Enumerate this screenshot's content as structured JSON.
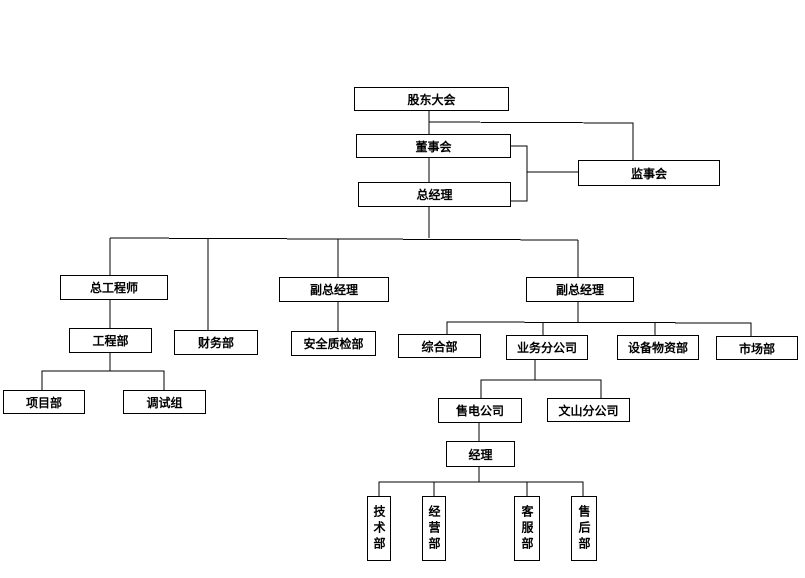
{
  "org_chart": {
    "shareholders_meeting": "股东大会",
    "board_of_directors": "董事会",
    "supervisory_board": "监事会",
    "general_manager": "总经理",
    "chief_engineer": "总工程师",
    "engineering_dept": "工程部",
    "project_dept": "项目部",
    "commissioning_team": "调试组",
    "finance_dept": "财务部",
    "deputy_gm_left": "副总经理",
    "safety_quality_dept": "安全质检部",
    "deputy_gm_right": "副总经理",
    "general_affairs_dept": "综合部",
    "business_branch": "业务分公司",
    "equipment_materials_dept": "设备物资部",
    "marketing_dept": "市场部",
    "power_sales_company": "售电公司",
    "wenshan_branch": "文山分公司",
    "manager": "经理",
    "technical_dept": "技术部",
    "operations_dept": "经营部",
    "customer_service_dept": "客服部",
    "after_sales_dept": "售后部"
  }
}
